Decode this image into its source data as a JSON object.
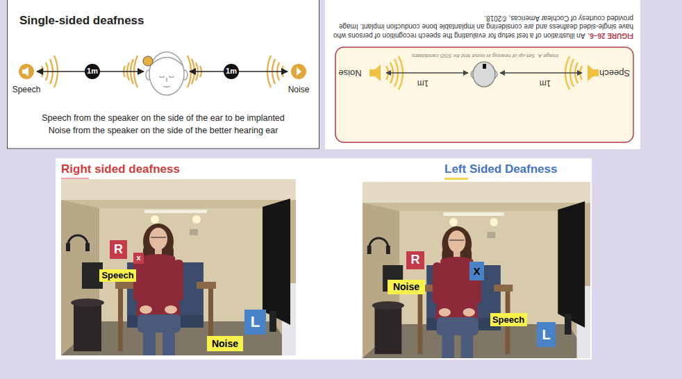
{
  "diagram": {
    "nodes": [
      {
        "text": [
          "Single-sided deafness",
          "Speech from the speaker on the side of the ear to be implanted",
          "Noise from the speaker on the side of the better hearing ear"
        ]
      },
      {
        "text": [
          "1m"
        ],
        "in": 0
      },
      {
        "text": [
          "1m"
        ],
        "in": 0
      },
      {
        "text": [
          "FIGURE 26–6.",
          "An illustration of a test setup for evaluating the speech recognition of persons who have single-sided deafness and are considering an implantable bone conduction implant. Image provided courtesy of Cochlear Americas, ©2018."
        ]
      },
      {
        "text": [
          "Image A. Set-up of hearing in noise test for SSD candidates."
        ],
        "in": 3
      },
      {
        "text": [
          "R"
        ]
      },
      {
        "text": [
          "x"
        ]
      },
      {
        "text": [
          "Speech"
        ]
      },
      {
        "text": [
          "L"
        ]
      },
      {
        "text": [
          "Noise"
        ]
      },
      {
        "text": [
          "R"
        ]
      },
      {
        "text": [
          "X"
        ]
      },
      {
        "text": [
          "Noise"
        ]
      },
      {
        "text": [
          "Speech"
        ]
      },
      {
        "text": [
          "L"
        ]
      }
    ],
    "labels": [
      "Speech",
      "Noise",
      "Speech",
      "1m",
      "1m",
      "Noise",
      "Right sided deafness",
      "Left Sided Deafness"
    ]
  }
}
